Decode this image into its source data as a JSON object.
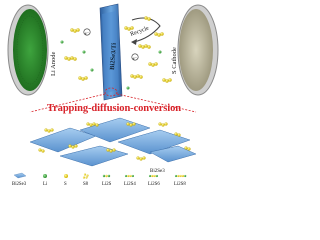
{
  "labels": {
    "anode": "Li Anode",
    "cathode": "S Cathode",
    "separator": "Bi2Se3/Ti",
    "recycle": "Recycle",
    "electron": "e⁻",
    "title": "Trapping-diffusion-conversion",
    "inset_material": "Bi2Se3"
  },
  "legend": [
    {
      "name": "Bi2Se3",
      "icon": "blue-flake-icon"
    },
    {
      "name": "Li",
      "icon": "green-sphere-icon"
    },
    {
      "name": "S",
      "icon": "yellow-sphere-icon"
    },
    {
      "name": "S8",
      "icon": "s8-ring-icon"
    },
    {
      "name": "Li2S",
      "icon": "li2s-chain-icon"
    },
    {
      "name": "Li2S4",
      "icon": "li2s4-chain-icon"
    },
    {
      "name": "Li2S6",
      "icon": "li2s6-chain-icon"
    },
    {
      "name": "Li2S8",
      "icon": "li2s8-chain-icon"
    }
  ],
  "colors": {
    "anode": "#2e8b2e",
    "cathode": "#b9b49b",
    "separator": "#3f7fc8",
    "title": "#d8232a",
    "sulfur": "#e8d21a",
    "lithium": "#45a845"
  }
}
